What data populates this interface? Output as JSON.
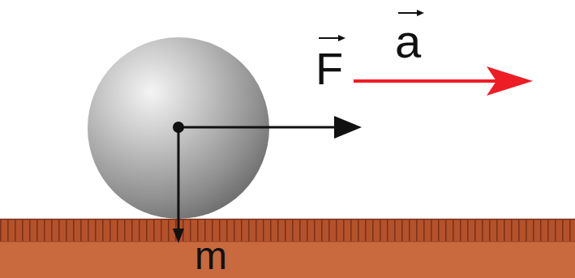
{
  "diagram": {
    "labels": [
      "F",
      "a",
      "m"
    ]
  }
}
